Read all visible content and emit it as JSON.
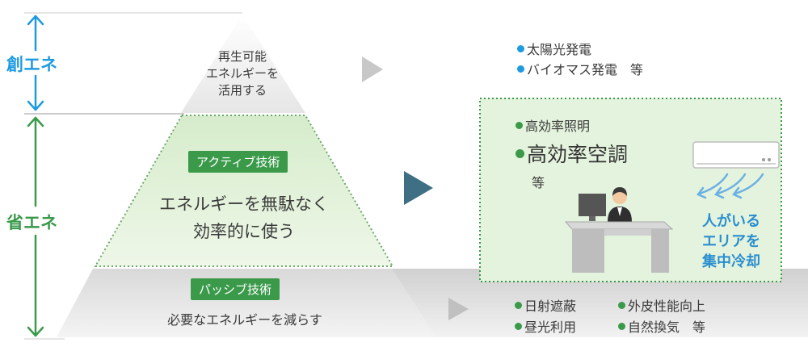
{
  "side_labels": {
    "create": "創エネ",
    "save": "省エネ"
  },
  "pyramid": {
    "top_text": [
      "再生可能",
      "エネルギーを",
      "活用する"
    ],
    "active_badge": "アクティブ技術",
    "active_text": [
      "エネルギーを無駄なく",
      "効率的に使う"
    ],
    "passive_badge": "パッシブ技術",
    "passive_text": "必要なエネルギーを減らす"
  },
  "create_examples": [
    "太陽光発電",
    "バイオマス発電　等"
  ],
  "active_examples": {
    "item1": "高効率照明",
    "item2": "高効率空調",
    "etc": "等",
    "callout": [
      "人がいる",
      "エリアを",
      "集中冷却"
    ]
  },
  "passive_examples": {
    "row1": [
      "日射遮蔽",
      "外皮性能向上"
    ],
    "row2": [
      "昼光利用",
      "自然換気　等"
    ]
  },
  "colors": {
    "blue": "#1e9be0",
    "green": "#3a9a4a",
    "box_fill": "#e4f3dd",
    "callout_blue": "#2b8fd0"
  },
  "icons": [
    "up-down-arrow-icon",
    "play-arrow-icon",
    "air-conditioner-icon",
    "office-worker-icon",
    "airflow-icon"
  ]
}
